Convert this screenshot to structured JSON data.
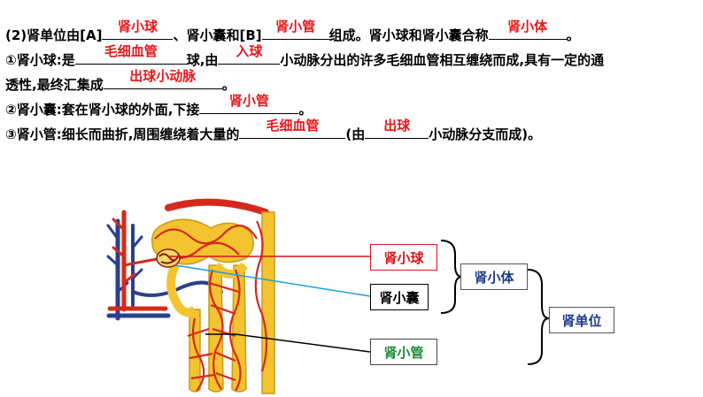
{
  "text": {
    "l1a": "(2)肾单位由[A]",
    "l1b": "、肾小囊和[B]",
    "l1c": "组成。肾小球和肾小囊合称",
    "l1d": "。",
    "l2a": "①肾小球:是",
    "l2b": "球,由",
    "l2c": "小动脉分出的许多毛细血管相互缠绕而成,具有一定的通",
    "l3a": "透性,最终汇集成",
    "l3b": "。",
    "l4a": "②肾小囊:套在肾小球的外面,下接",
    "l4b": "。",
    "l5a": "③肾小管:细长而曲折,周围缠绕着大量的",
    "l5b": "(由",
    "l5c": "小动脉分支而成)。"
  },
  "answers": {
    "a1": "肾小球",
    "a2": "肾小管",
    "a3": "肾小体",
    "a4": "毛细血管",
    "a5": "入球",
    "a6": "出球小动脉",
    "a7": "肾小管",
    "a8": "毛细血管",
    "a9": "出球"
  },
  "diagram": {
    "glomerulus_label": "肾小球",
    "capsule_label": "肾小囊",
    "tubule_label": "肾小管",
    "corpuscle_label": "肾小体",
    "nephron_label": "肾单位"
  },
  "colors": {
    "answer": "#e8161b",
    "glomerulus": "#d9141a",
    "capsule": "#000000",
    "tubule": "#1a8a3a",
    "group": "#1f3a8a",
    "vessel_red": "#d42a1c",
    "vessel_blue": "#2a3f8f",
    "tubule_fill": "#f4c430"
  }
}
